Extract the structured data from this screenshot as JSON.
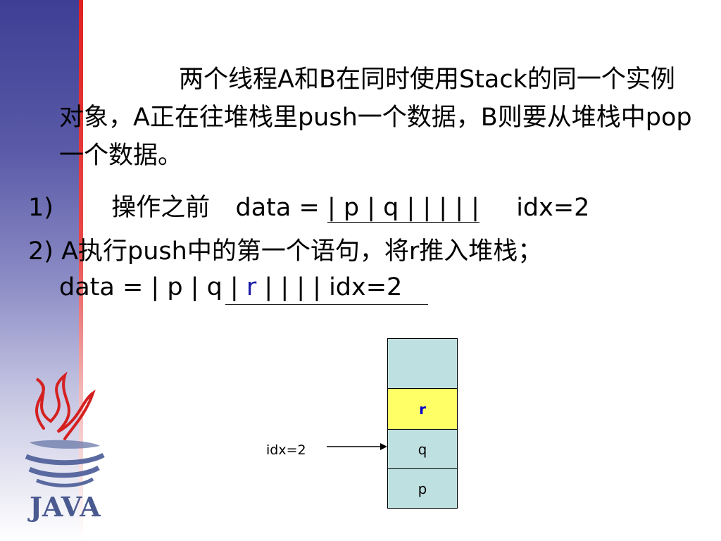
{
  "paragraph": "两个线程A和B在同时使用Stack的同一个实例对象，A正在往堆栈里push一个数据，B则要从堆栈中pop一个数据。",
  "step1": {
    "number": "1)",
    "label": "操作之前",
    "data_prefix": "data = ",
    "array": "| p | q |   |   |   |   |",
    "idx": "idx=2"
  },
  "step2": {
    "number": "2)",
    "text": "A执行push中的第一个语句，将r推入堆栈；",
    "data_prefix": "data = | p | q |",
    "r": "r",
    "suffix": "|   |   |   |   idx=2"
  },
  "stack": {
    "cells": [
      "",
      "r",
      "q",
      "p"
    ],
    "pointer_label": "idx=2"
  },
  "logo_text": "JAVA"
}
